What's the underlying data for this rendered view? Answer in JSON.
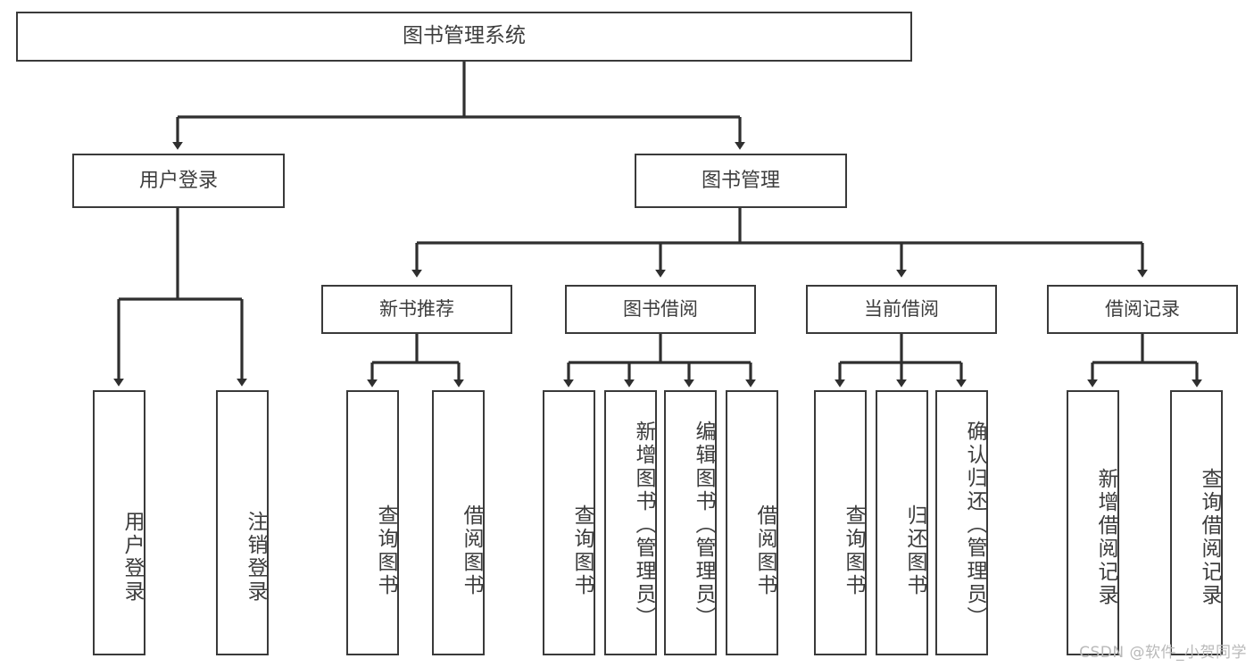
{
  "diagram": {
    "title": "图书管理系统",
    "type": "tree-hierarchy",
    "root": {
      "id": "root",
      "label": "图书管理系统"
    },
    "level1": [
      {
        "id": "l1-login",
        "label": "用户登录"
      },
      {
        "id": "l1-book-mgmt",
        "label": "图书管理"
      }
    ],
    "level2": [
      {
        "id": "l2-new-book",
        "label": "新书推荐",
        "parent": "l1-book-mgmt"
      },
      {
        "id": "l2-borrow",
        "label": "图书借阅",
        "parent": "l1-book-mgmt"
      },
      {
        "id": "l2-current",
        "label": "当前借阅",
        "parent": "l1-book-mgmt"
      },
      {
        "id": "l2-records",
        "label": "借阅记录",
        "parent": "l1-book-mgmt"
      }
    ],
    "leaves": [
      {
        "id": "leaf-user-login",
        "label": "用户登录",
        "parent": "l1-login"
      },
      {
        "id": "leaf-user-logout",
        "label": "注销登录",
        "parent": "l1-login"
      },
      {
        "id": "leaf-query-book-1",
        "label": "查询图书",
        "parent": "l2-new-book"
      },
      {
        "id": "leaf-borrow-book-1",
        "label": "借阅图书",
        "parent": "l2-new-book"
      },
      {
        "id": "leaf-query-book-2",
        "label": "查询图书",
        "parent": "l2-borrow"
      },
      {
        "id": "leaf-add-book",
        "label": "新增图书（管理员）",
        "parent": "l2-borrow"
      },
      {
        "id": "leaf-edit-book",
        "label": "编辑图书（管理员）",
        "parent": "l2-borrow"
      },
      {
        "id": "leaf-borrow-book-2",
        "label": "借阅图书",
        "parent": "l2-borrow"
      },
      {
        "id": "leaf-query-book-3",
        "label": "查询图书",
        "parent": "l2-current"
      },
      {
        "id": "leaf-return-book",
        "label": "归还图书",
        "parent": "l2-current"
      },
      {
        "id": "leaf-confirm-return",
        "label": "确认归还（管理员）",
        "parent": "l2-current"
      },
      {
        "id": "leaf-add-record",
        "label": "新增借阅记录",
        "parent": "l2-records"
      },
      {
        "id": "leaf-query-record",
        "label": "查询借阅记录",
        "parent": "l2-records"
      }
    ],
    "watermark": "CSDN @软件_小贺同学",
    "colors": {
      "border": "#3a3a3a",
      "text": "#3d3d3d",
      "background": "#ffffff",
      "connector": "#2f2f2f",
      "watermark": "#b9b9b9"
    }
  }
}
